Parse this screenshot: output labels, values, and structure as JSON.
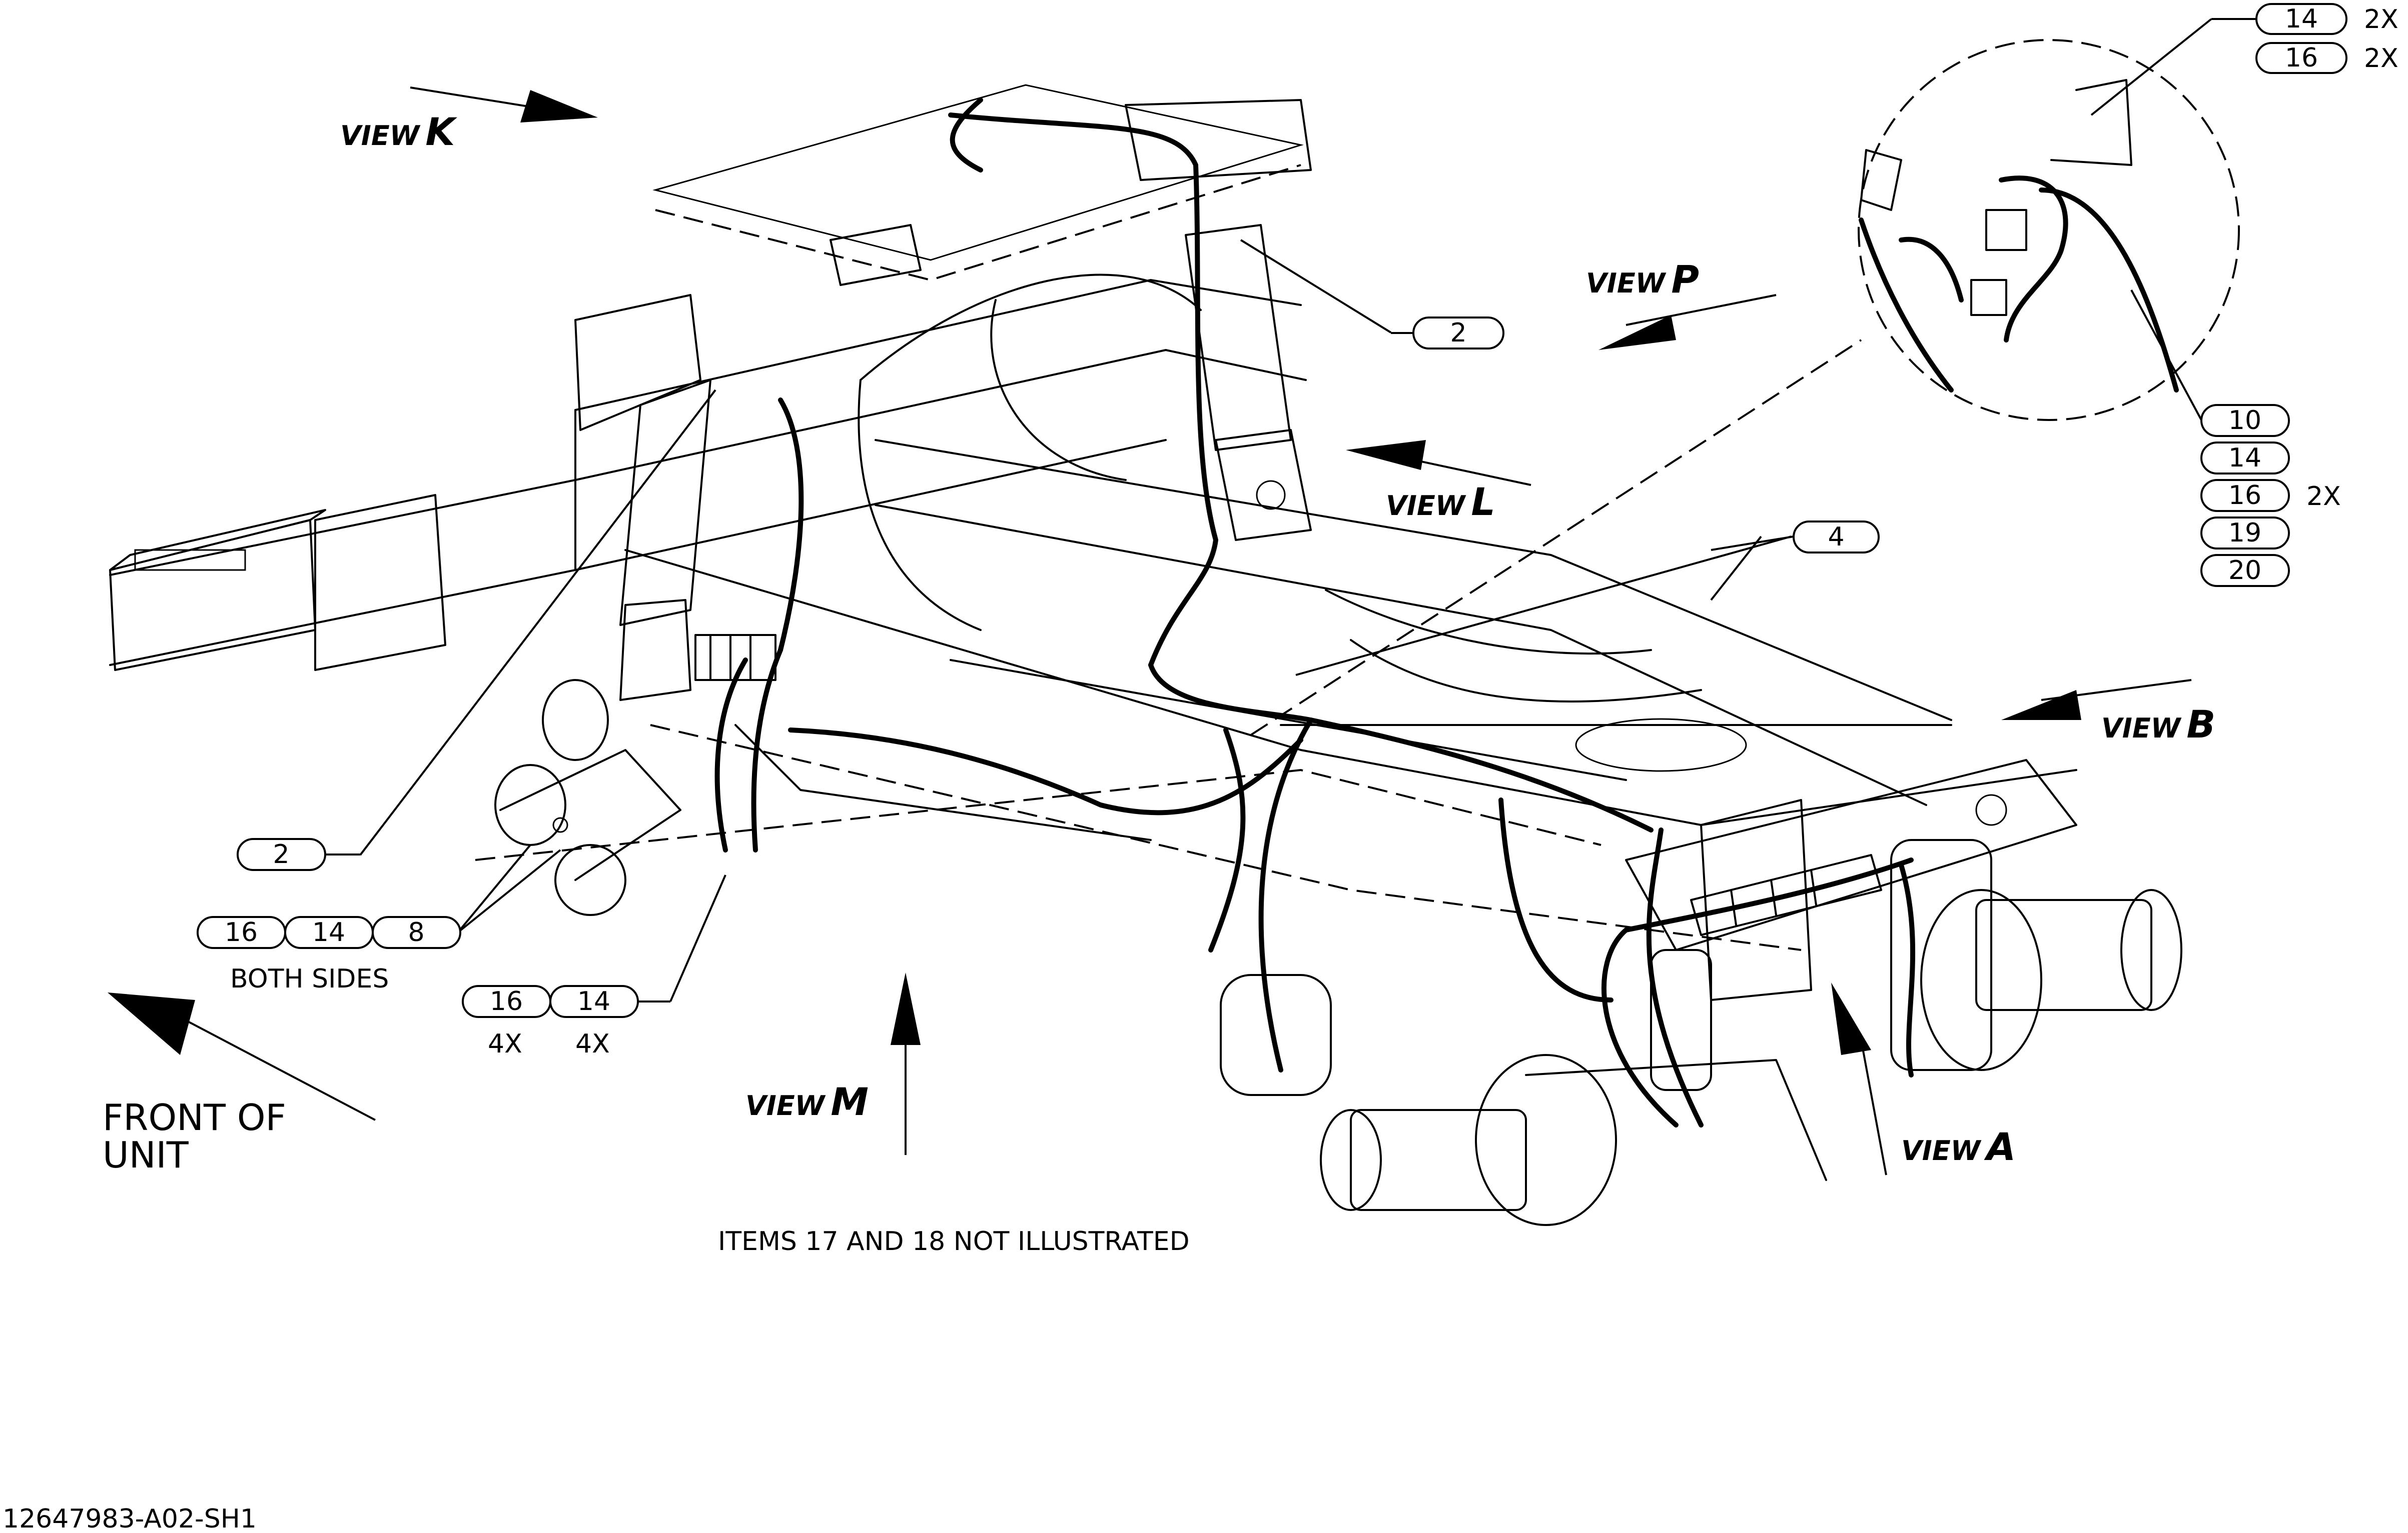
{
  "labels": {
    "view_k_prefix": "VIEW",
    "view_k_letter": "K",
    "view_p_prefix": "VIEW",
    "view_p_letter": "P",
    "view_l_prefix": "VIEW",
    "view_l_letter": "L",
    "view_b_prefix": "VIEW",
    "view_b_letter": "B",
    "view_m_prefix": "VIEW",
    "view_m_letter": "M",
    "view_a_prefix": "VIEW",
    "view_a_letter": "A",
    "front_line1": "FRONT OF",
    "front_line2": "UNIT",
    "both_sides": "BOTH SIDES",
    "not_illustrated": "ITEMS 17 AND 18 NOT ILLUSTRATED",
    "drawing_number": "12647983-A02-SH1"
  },
  "balloons": {
    "detail_top_a": "14",
    "detail_top_a_qty": "2X",
    "detail_top_b": "16",
    "detail_top_b_qty": "2X",
    "detail_r1": "10",
    "detail_r2": "14",
    "detail_r3": "16",
    "detail_r3_qty": "2X",
    "detail_r4": "19",
    "detail_r5": "20",
    "cyl_right": "2",
    "item4": "4",
    "cyl_left": "2",
    "group1_a": "16",
    "group1_b": "14",
    "group1_c": "8",
    "group2_a": "16",
    "group2_a_qty": "4X",
    "group2_b": "14",
    "group2_b_qty": "4X"
  }
}
